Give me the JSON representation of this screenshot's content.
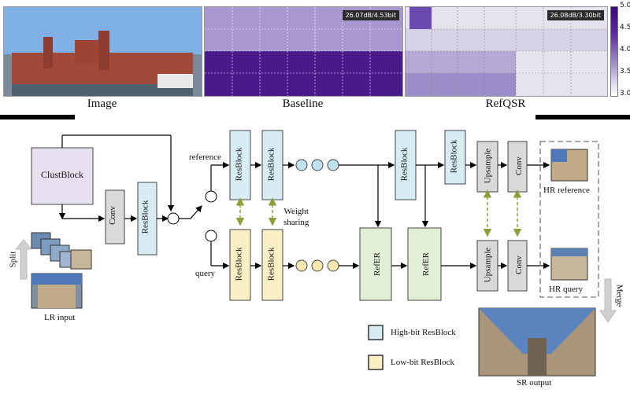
{
  "top_row": {
    "captions": [
      "Image",
      "Baseline",
      "RefQSR"
    ],
    "baseline_badge": "26.07dB/4.53bit",
    "refqsr_badge": "26.08dB/3.30bit",
    "colorbar_ticks": [
      "5.0",
      "4.5",
      "4.0",
      "3.5",
      "3.0"
    ]
  },
  "diagram": {
    "clustblock": "ClustBlock",
    "conv": "Conv",
    "resblock": "ResBlock",
    "reference": "reference",
    "query": "query",
    "weight_sharing": "Weight\nsharing",
    "referr": "RefER",
    "upsample": "Upsample",
    "hr_reference": "HR reference",
    "hr_query": "HR query",
    "split": "Split",
    "merge": "Merge",
    "lr_input": "LR input",
    "sr_output": "SR output",
    "legend_high": "High-bit ResBlock",
    "legend_low": "Low-bit ResBlock"
  },
  "colors": {
    "high_bit": "#d7ecf3",
    "low_bit": "#fbefc6",
    "referr": "#e2efd6",
    "neutral": "#d9d9d9",
    "clust": "#e6e0f0",
    "dash_arrow": "#8aa13c",
    "heat_dark": "#4a1a8a",
    "heat_light": "#e8e4f0"
  }
}
